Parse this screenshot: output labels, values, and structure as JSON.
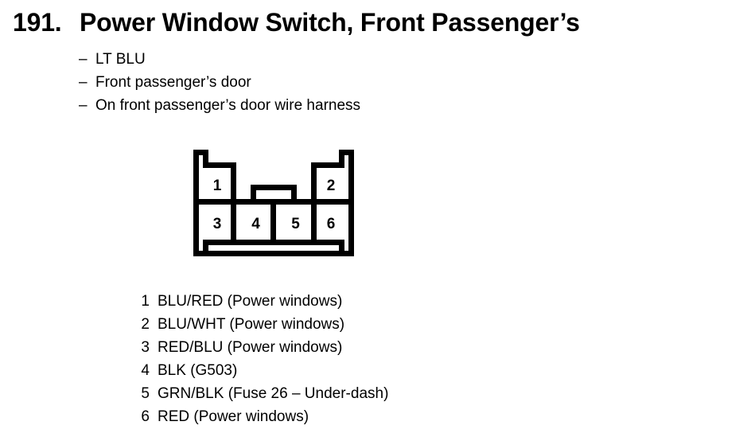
{
  "title": {
    "number": "191.",
    "name": "Power Window Switch, Front Passenger’s"
  },
  "notes": {
    "dash": "–",
    "items": [
      "LT BLU",
      "Front passenger’s door",
      "On front passenger’s door wire harness"
    ]
  },
  "connector": {
    "type": "6-pin connector diagram",
    "top_row": [
      "1",
      "2"
    ],
    "bottom_row": [
      "3",
      "4",
      "5",
      "6"
    ]
  },
  "pin_legend": [
    {
      "pin": "1",
      "desc": "BLU/RED (Power windows)"
    },
    {
      "pin": "2",
      "desc": "BLU/WHT (Power windows)"
    },
    {
      "pin": "3",
      "desc": "RED/BLU (Power windows)"
    },
    {
      "pin": "4",
      "desc": "BLK (G503)"
    },
    {
      "pin": "5",
      "desc": "GRN/BLK (Fuse 26 – Under-dash)"
    },
    {
      "pin": "6",
      "desc": "RED (Power windows)"
    }
  ],
  "colors": {
    "ink": "#000000",
    "page": "#ffffff"
  }
}
